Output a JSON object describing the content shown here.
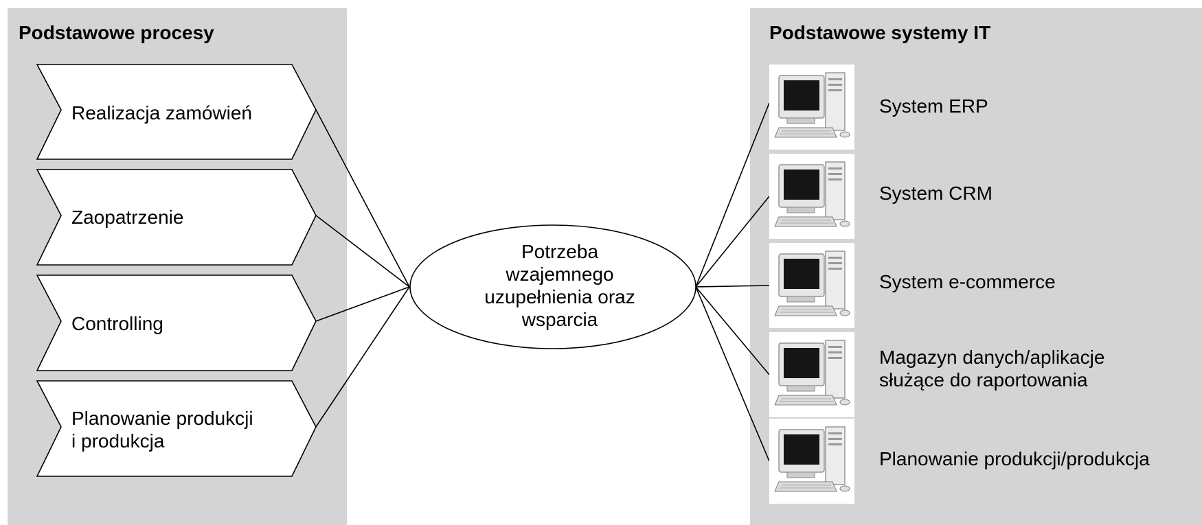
{
  "processes_panel": {
    "title": "Podstawowe procesy",
    "items": [
      {
        "lines": [
          "Realizacja zamówień"
        ]
      },
      {
        "lines": [
          "Zaopatrzenie"
        ]
      },
      {
        "lines": [
          "Controlling"
        ]
      },
      {
        "lines": [
          "Planowanie produkcji",
          "i produkcja"
        ]
      }
    ]
  },
  "center": {
    "lines": [
      "Potrzeba",
      "wzajemnego",
      "uzupełnienia oraz",
      "wsparcia"
    ]
  },
  "systems_panel": {
    "title": "Podstawowe systemy IT",
    "items": [
      {
        "icon": "computer-icon",
        "lines": [
          "System ERP"
        ]
      },
      {
        "icon": "computer-icon",
        "lines": [
          "System CRM"
        ]
      },
      {
        "icon": "computer-icon",
        "lines": [
          "System e-commerce"
        ]
      },
      {
        "icon": "computer-icon",
        "lines": [
          "Magazyn danych/aplikacje",
          "służące do raportowania"
        ]
      },
      {
        "icon": "computer-icon",
        "lines": [
          "Planowanie produkcji/produkcja"
        ]
      }
    ]
  },
  "colors": {
    "panel_background": "#d4d4d4",
    "shape_fill": "#ffffff",
    "stroke": "#000000"
  }
}
